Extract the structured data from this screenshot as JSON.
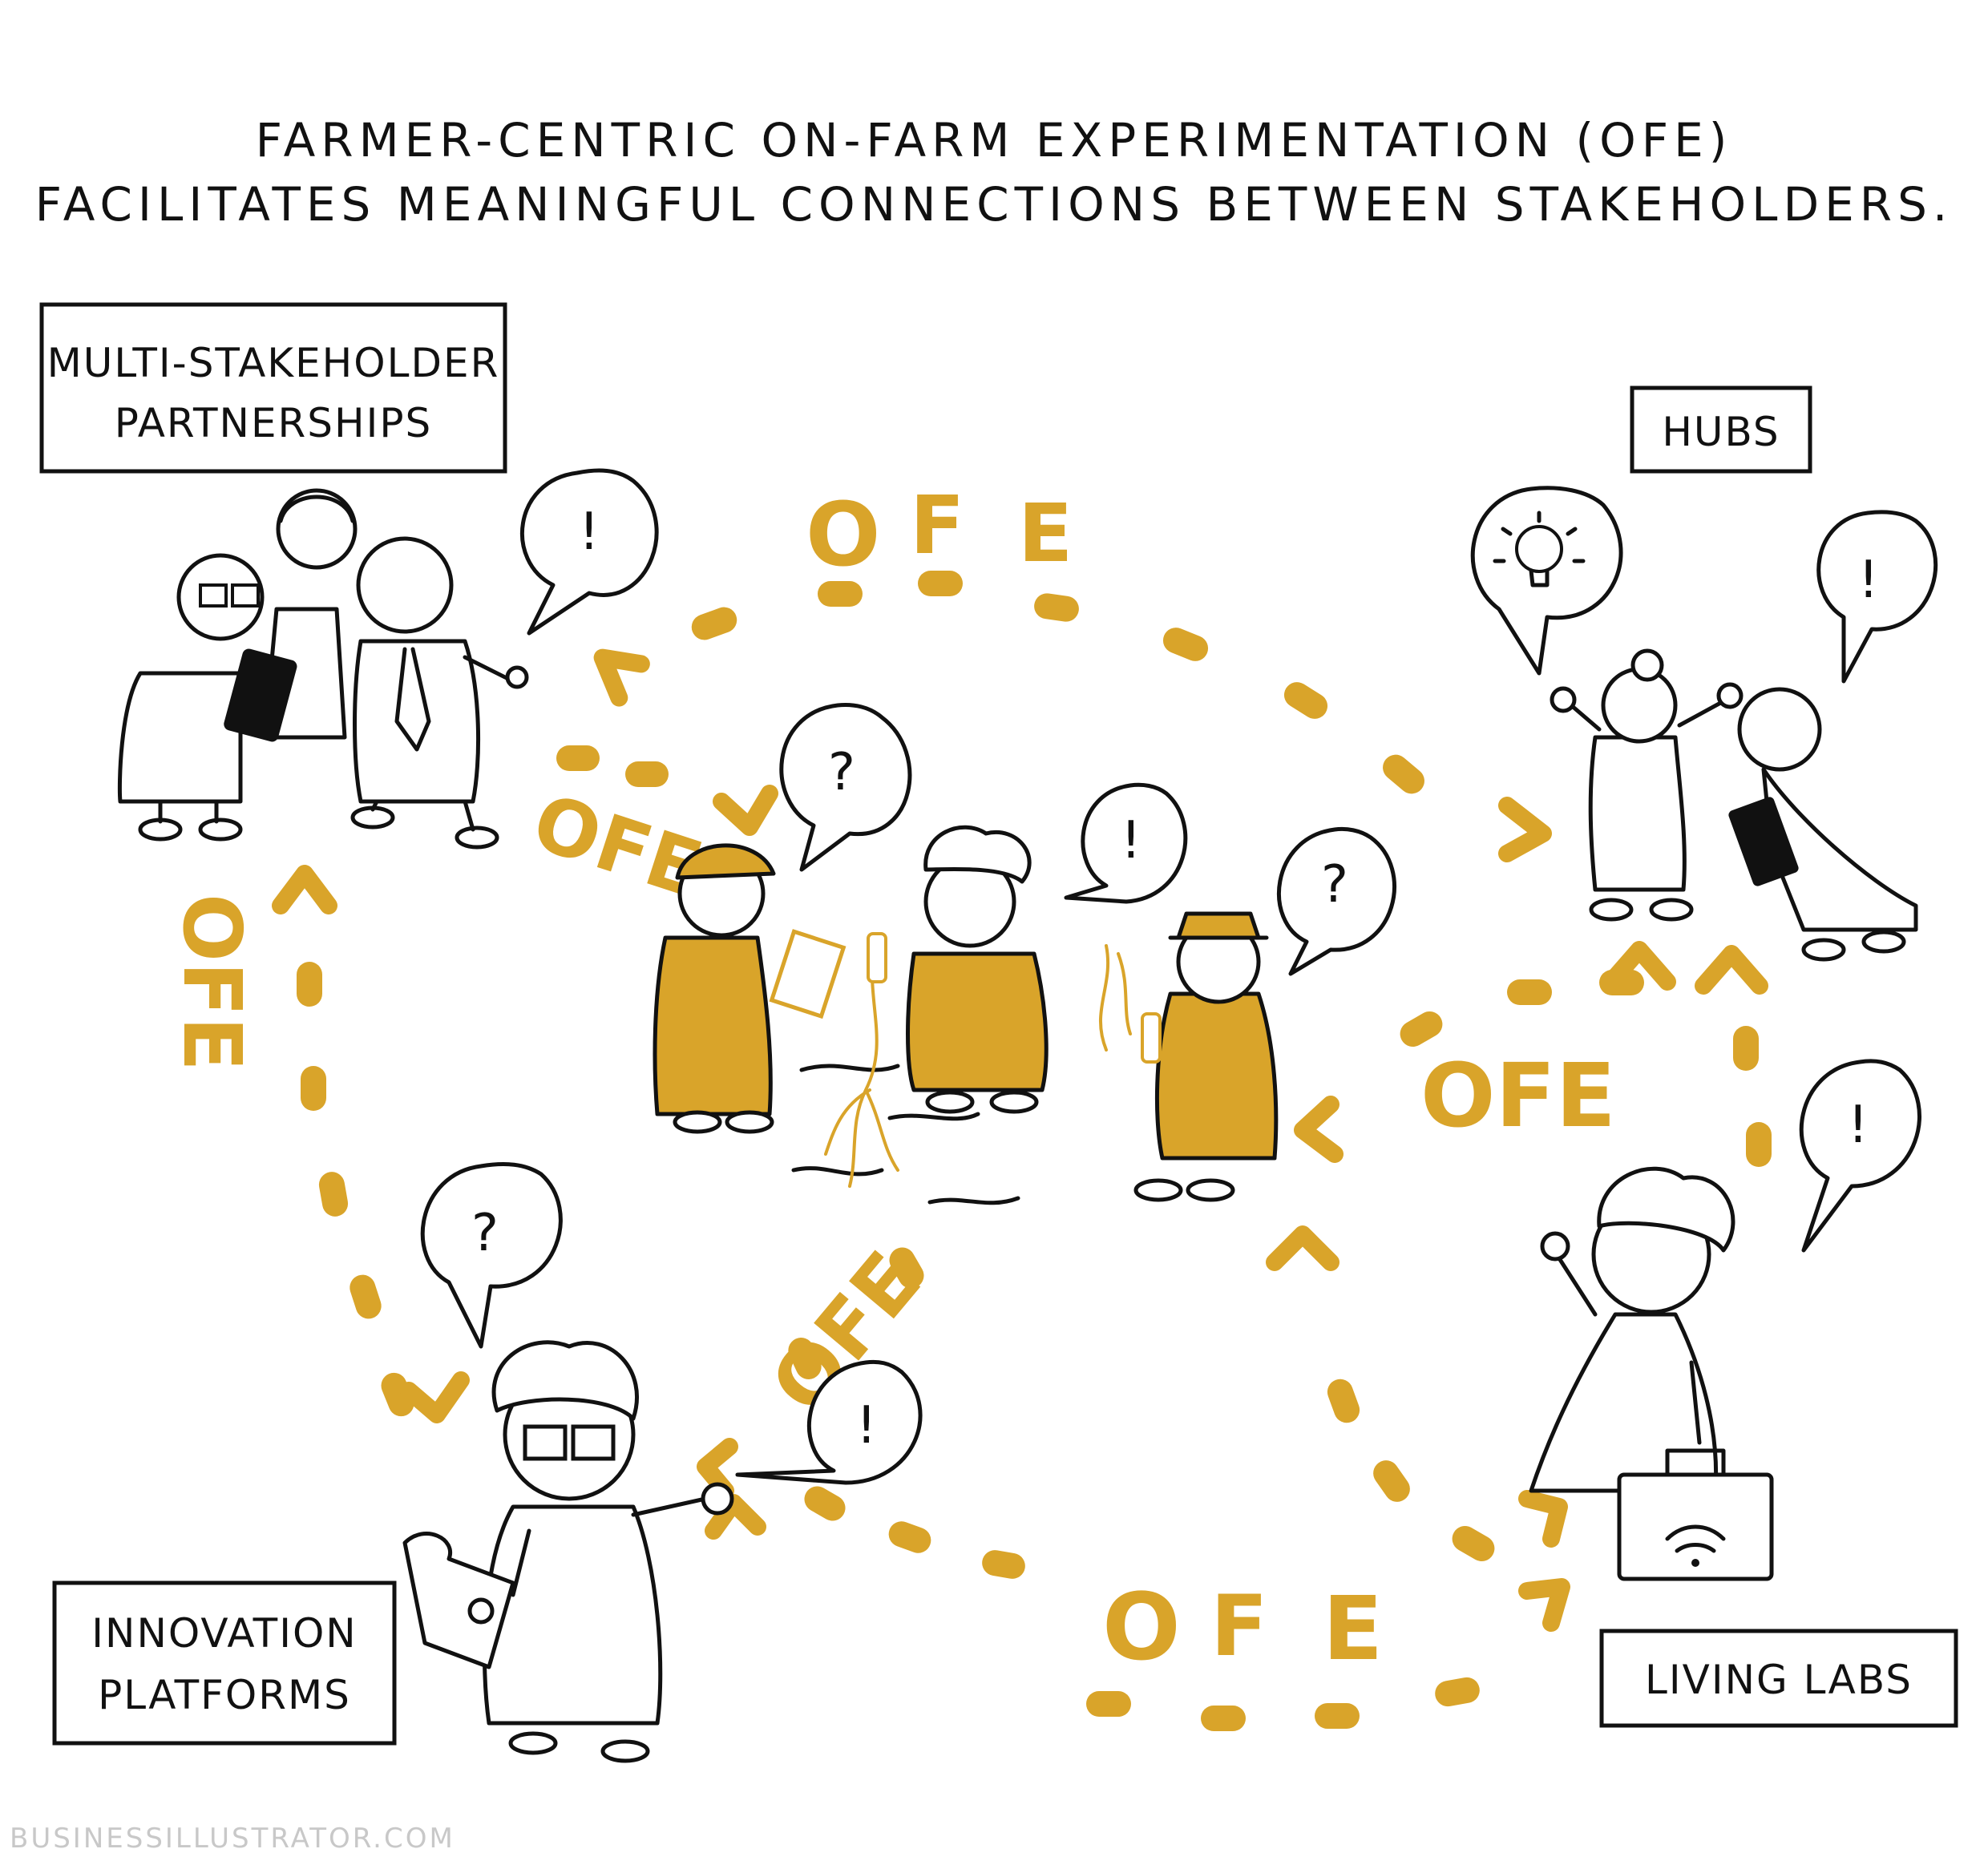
{
  "title": {
    "line1": "FARMER-CENTRIC ON-FARM EXPERIMENTATION (OFE)",
    "line2": "FACILITATES MEANINGFUL CONNECTIONS BETWEEN STAKEHOLDERS."
  },
  "labels": {
    "multi_stakeholder": {
      "line1": "MULTI-STAKEHOLDER",
      "line2": "PARTNERSHIPS"
    },
    "hubs": "HUBS",
    "innovation_platforms": {
      "line1": "INNOVATION",
      "line2": "PLATFORMS"
    },
    "living_labs": "LIVING LABS"
  },
  "ofe_label": "OFE",
  "ofe_letters": {
    "o": "O",
    "f": "F",
    "e": "E"
  },
  "marks": {
    "exclaim": "!",
    "question": "?"
  },
  "credit": "BUSINESSILLUSTRATOR.COM",
  "colors": {
    "accent": "#D9A42A",
    "ink": "#111111",
    "background": "#FFFFFF"
  }
}
